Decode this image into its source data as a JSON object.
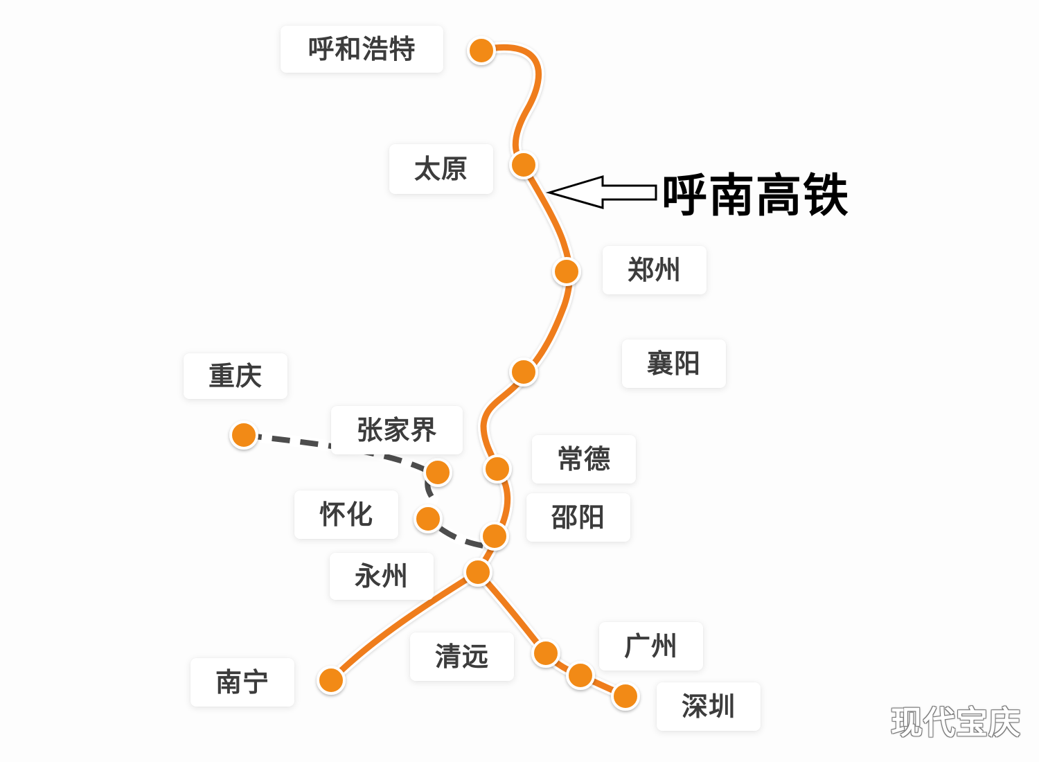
{
  "colors": {
    "main_line": "#ef7d1a",
    "station": "#f28a13",
    "station_ring": "#ffffff",
    "branch_line": "#4d4d4d",
    "label_text": "#3c3c3c",
    "callout_text": "#000000"
  },
  "annotation": {
    "label": "呼南高铁",
    "arrow_icon": "left-arrow-icon"
  },
  "stations": [
    {
      "id": "hohhot",
      "name": "呼和浩特"
    },
    {
      "id": "taiyuan",
      "name": "太原"
    },
    {
      "id": "zhengzhou",
      "name": "郑州"
    },
    {
      "id": "xiangyang",
      "name": "襄阳"
    },
    {
      "id": "chongqing",
      "name": "重庆"
    },
    {
      "id": "zhangjiajie",
      "name": "张家界"
    },
    {
      "id": "changde",
      "name": "常德"
    },
    {
      "id": "huaihua",
      "name": "怀化"
    },
    {
      "id": "shaoyang",
      "name": "邵阳"
    },
    {
      "id": "yongzhou",
      "name": "永州"
    },
    {
      "id": "qingyuan",
      "name": "清远"
    },
    {
      "id": "guangzhou",
      "name": "广州"
    },
    {
      "id": "nanning",
      "name": "南宁"
    },
    {
      "id": "shenzhen",
      "name": "深圳"
    }
  ],
  "watermark": "现代宝庆"
}
